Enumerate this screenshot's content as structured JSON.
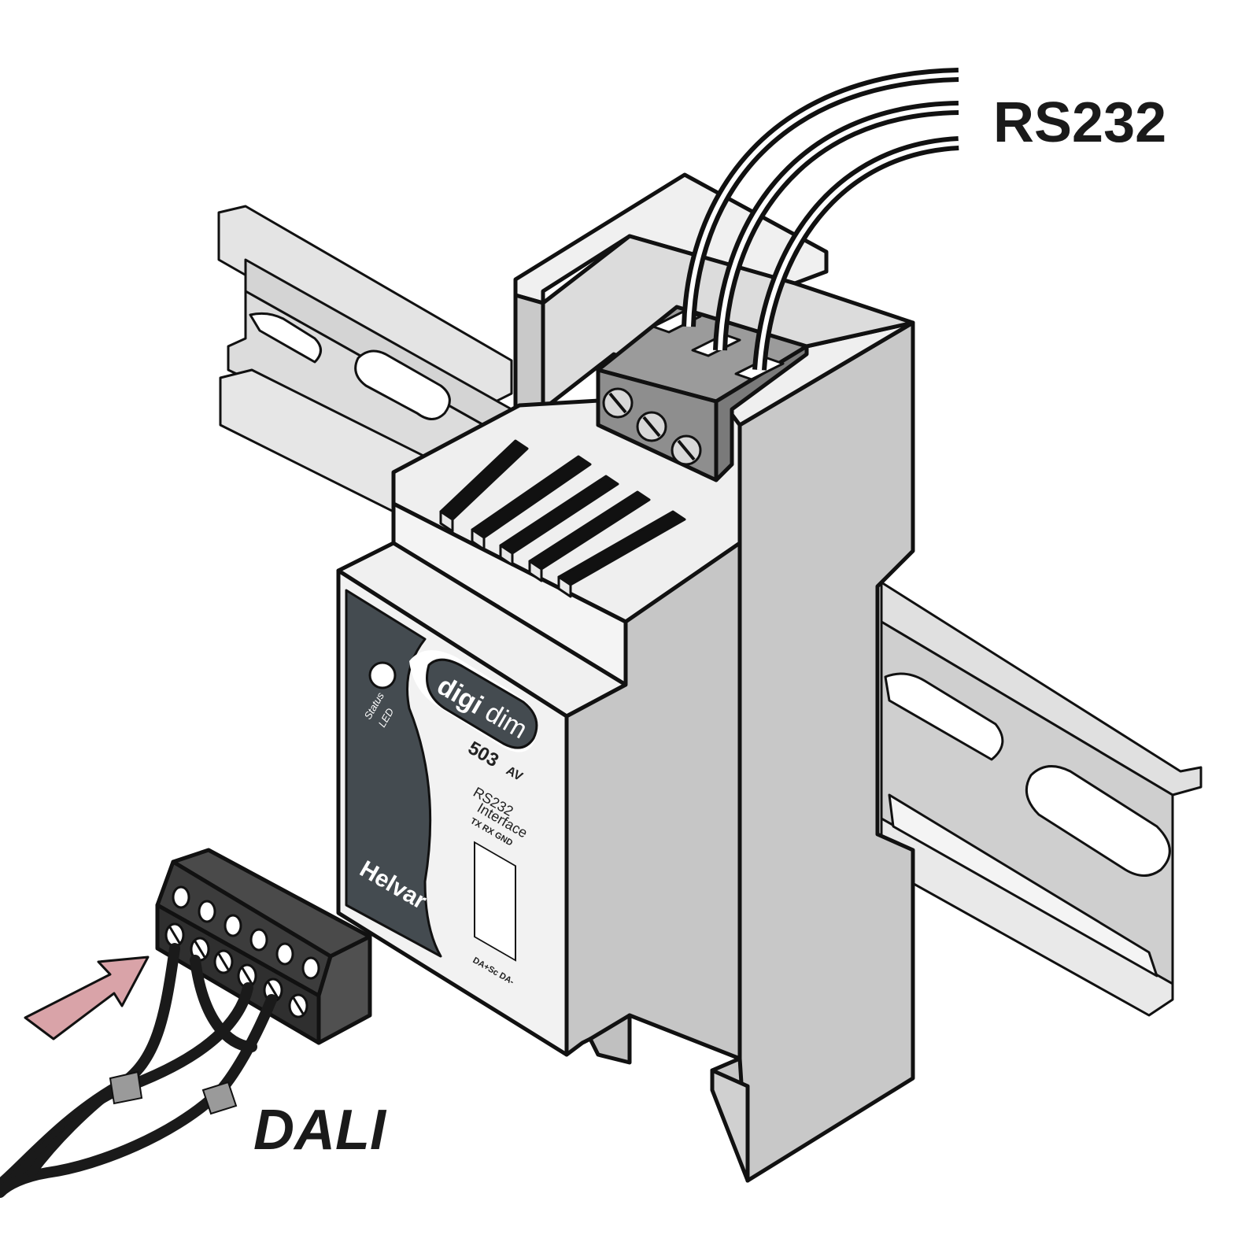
{
  "labels": {
    "rs232": "RS232",
    "dali": "DALI"
  },
  "device": {
    "logo_digi": "digi",
    "logo_dim": "dim",
    "model_number": "503",
    "model_suffix": "AV",
    "product_line1": "RS232",
    "product_line2": "Interface",
    "status_label_line1": "Status",
    "status_label_line2": "LED",
    "brand": "Helvar",
    "top_pins": "TX  RX  GND",
    "bottom_pins": "DA+Sc DA-"
  },
  "colors": {
    "body_front": "#f2f2f2",
    "body_side": "#c8c8c8",
    "faceplate": "#444b50",
    "rail_light": "#e4e4e4",
    "rail_dark": "#bdbdbd",
    "terminal_gray": "#8e8e8e",
    "connector_dark": "#3c3c3c",
    "arrow_pink": "#d9a3a8",
    "cable": "#1a1a1a",
    "sleeve": "#9a9a9a"
  }
}
